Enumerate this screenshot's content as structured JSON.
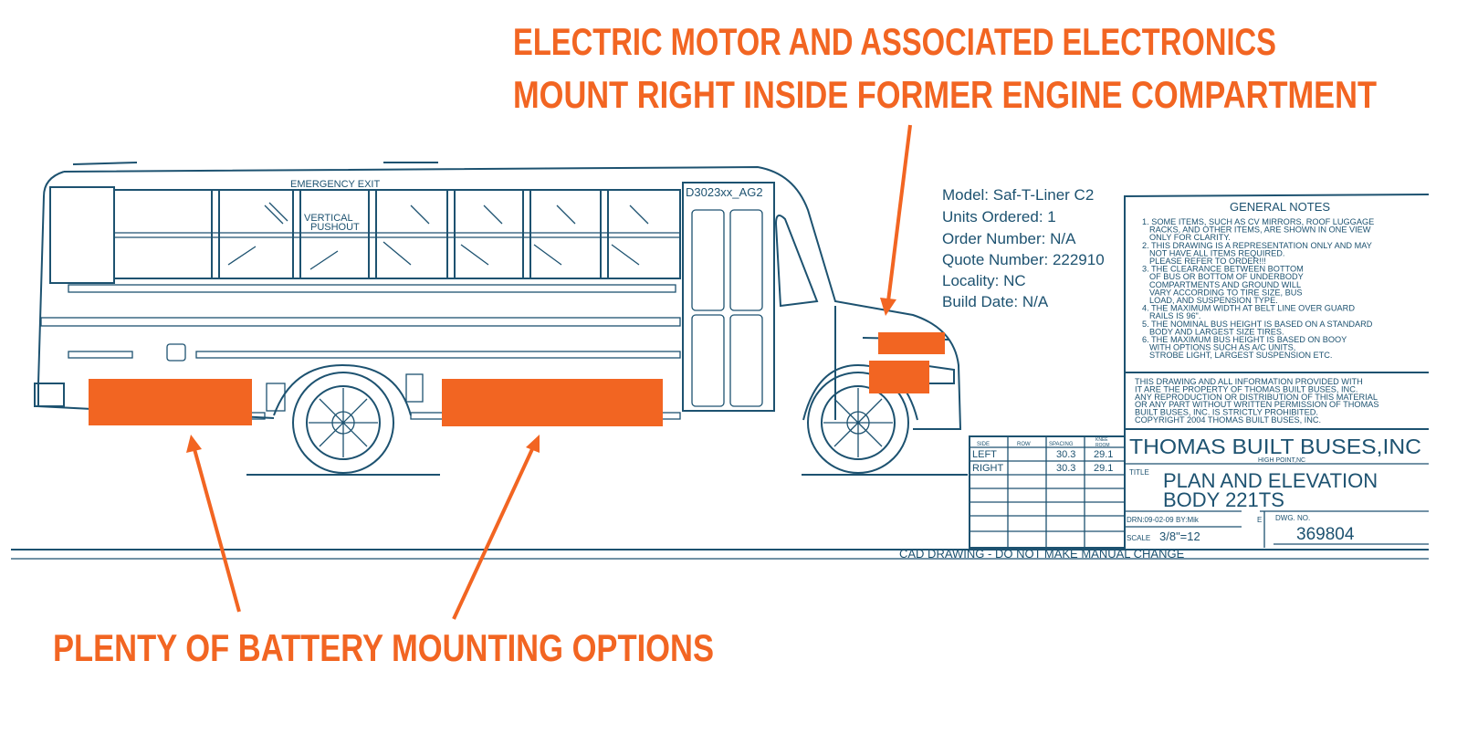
{
  "annotations": {
    "top_line1": "ELECTRIC MOTOR AND ASSOCIATED ELECTRONICS",
    "top_line2": "MOUNT RIGHT INSIDE FORMER ENGINE COMPARTMENT",
    "bottom": "PLENTY OF BATTERY MOUNTING OPTIONS",
    "highlight_color": "#f26522"
  },
  "drawing": {
    "line_color": "#1d5270",
    "emergency_exit": "EMERGENCY EXIT",
    "vertical_pushout_1": "VERTICAL",
    "vertical_pushout_2": "PUSHOUT",
    "code": "D3023xx_AG2",
    "cad_notice": "CAD DRAWING - DO NOT MAKE MANUAL CHANGE"
  },
  "spec": {
    "model": "Model: Saf-T-Liner C2",
    "units": "Units Ordered: 1",
    "order": "Order Number: N/A",
    "quote": "Quote Number: 222910",
    "locality": "Locality: NC",
    "build_date": "Build Date: N/A"
  },
  "notes": {
    "title": "GENERAL NOTES",
    "lines": [
      "1. SOME ITEMS, SUCH AS CV MIRRORS, ROOF LUGGAGE",
      "RACKS, AND OTHER ITEMS, ARE SHOWN IN ONE VIEW",
      "ONLY FOR CLARITY.",
      "2. THIS DRAWING IS A REPRESENTATION ONLY AND MAY",
      "NOT HAVE ALL ITEMS REQUIRED.",
      "PLEASE REFER TO ORDER!!!",
      "3. THE CLEARANCE BETWEEN BOTTOM",
      "OF BUS OR BOTTOM OF UNDERBODY",
      "COMPARTMENTS AND GROUND WILL",
      "VARY ACCORDING TO TIRE SIZE, BUS",
      "LOAD, AND SUSPENSION TYPE.",
      "4. THE MAXIMUM WIDTH AT BELT LINE OVER GUARD",
      "RAILS IS 96\".",
      "5. THE NOMINAL BUS HEIGHT IS BASED ON A STANDARD",
      "BODY AND LARGEST SIZE TIRES.",
      "6. THE MAXIMUM BUS HEIGHT IS BASED ON BOOY",
      "WITH OPTIONS SUCH AS A/C UNITS,",
      "STROBE LIGHT, LARGEST SUSPENSION ETC."
    ],
    "property": [
      "THIS DRAWING AND ALL INFORMATION PROVIDED WITH",
      "IT ARE THE PROPERTY OF THOMAS BUILT BUSES, INC.",
      "ANY REPRODUCTION OR DISTRIBUTION OF THIS MATERIAL",
      "OR ANY PART WITHOUT WRITTEN PERMISSION OF THOMAS",
      "BUILT BUSES, INC. IS STRICTLY PROHIBITED.",
      "COPYRIGHT 2004 THOMAS BUILT BUSES, INC."
    ]
  },
  "seating_table": {
    "headers": [
      "SIDE",
      "ROW",
      "SPACING",
      "KNEE",
      "ROOM"
    ],
    "rows": [
      {
        "side": "LEFT",
        "row": "",
        "spacing": "30.3",
        "knee": "29.1"
      },
      {
        "side": "RIGHT",
        "row": "",
        "spacing": "30.3",
        "knee": "29.1"
      }
    ]
  },
  "title_block": {
    "company": "THOMAS BUILT BUSES,INC",
    "location": "HIGH POINT,NC",
    "title_label": "TITLE",
    "title1": "PLAN AND ELEVATION",
    "title2": "BODY 221TS",
    "drn": "DRN:09-02-09",
    "by": "BY:Mik",
    "scale_label": "SCALE",
    "scale": "3/8\"=12",
    "dwg_label": "DWG. NO.",
    "dwg_no": "369804",
    "partial_e": "E"
  }
}
